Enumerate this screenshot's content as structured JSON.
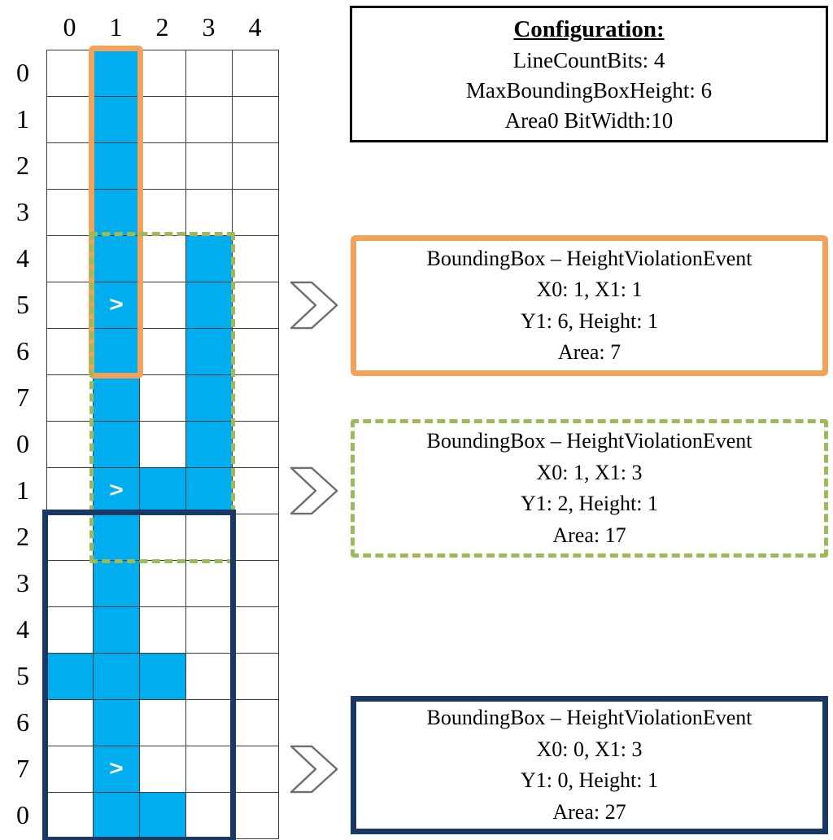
{
  "config": {
    "title": "Configuration:",
    "lines": [
      "LineCountBits: 4",
      "MaxBoundingBoxHeight: 6",
      "Area0 BitWidth:10"
    ]
  },
  "grid": {
    "col_labels": [
      "0",
      "1",
      "2",
      "3",
      "4"
    ],
    "row_labels": [
      "0",
      "1",
      "2",
      "3",
      "4",
      "5",
      "6",
      "7",
      "0",
      "1",
      "2",
      "3",
      "4",
      "5",
      "6",
      "7",
      "0"
    ],
    "filled_cells": [
      [
        0,
        1
      ],
      [
        1,
        1
      ],
      [
        2,
        1
      ],
      [
        3,
        1
      ],
      [
        4,
        1
      ],
      [
        4,
        3
      ],
      [
        5,
        1
      ],
      [
        5,
        3
      ],
      [
        6,
        1
      ],
      [
        6,
        3
      ],
      [
        7,
        1
      ],
      [
        7,
        3
      ],
      [
        8,
        1
      ],
      [
        8,
        3
      ],
      [
        9,
        1
      ],
      [
        9,
        2
      ],
      [
        9,
        3
      ],
      [
        10,
        1
      ],
      [
        11,
        1
      ],
      [
        12,
        1
      ],
      [
        13,
        0
      ],
      [
        13,
        1
      ],
      [
        13,
        2
      ],
      [
        14,
        1
      ],
      [
        15,
        1
      ],
      [
        16,
        1
      ],
      [
        16,
        2
      ]
    ],
    "markers": [
      [
        5,
        1
      ],
      [
        9,
        1
      ],
      [
        15,
        1
      ]
    ],
    "marker_glyph": ">",
    "overlays": [
      {
        "name": "orange-bounding-box-overlay",
        "color": "#F4A259",
        "style": "solid",
        "border_width": 7,
        "radius": 6,
        "row_start": 0,
        "row_end": 6,
        "col_start": 1,
        "col_end": 1
      },
      {
        "name": "green-bounding-box-overlay",
        "color": "#9BBB59",
        "style": "dashed",
        "border_width": 5,
        "radius": 2,
        "row_start": 4,
        "row_end": 10,
        "col_start": 1,
        "col_end": 3
      },
      {
        "name": "navy-bounding-box-overlay",
        "color": "#1A3866",
        "style": "solid",
        "border_width": 7,
        "radius": 0,
        "row_start": 10,
        "row_end": 16,
        "col_start": 0,
        "col_end": 3
      }
    ],
    "chevron_rows": [
      5,
      9,
      15
    ]
  },
  "colors": {
    "cell_fill": "#00AEEF",
    "orange": "#F4A259",
    "green": "#9BBB59",
    "navy": "#1A3866",
    "gridline": "#3C3C3C",
    "chevron_stroke": "#6E6E6E"
  },
  "event_boxes": [
    {
      "title": "BoundingBox – HeightViolationEvent",
      "lines": [
        "X0: 1, X1: 1",
        "Y1: 6, Height: 1",
        "Area: 7"
      ]
    },
    {
      "title": "BoundingBox – HeightViolationEvent",
      "lines": [
        "X0: 1, X1: 3",
        "Y1: 2, Height: 1",
        "Area: 17"
      ]
    },
    {
      "title": "BoundingBox – HeightViolationEvent",
      "lines": [
        "X0: 0, X1: 3",
        "Y1: 0, Height: 1",
        "Area: 27"
      ]
    }
  ]
}
